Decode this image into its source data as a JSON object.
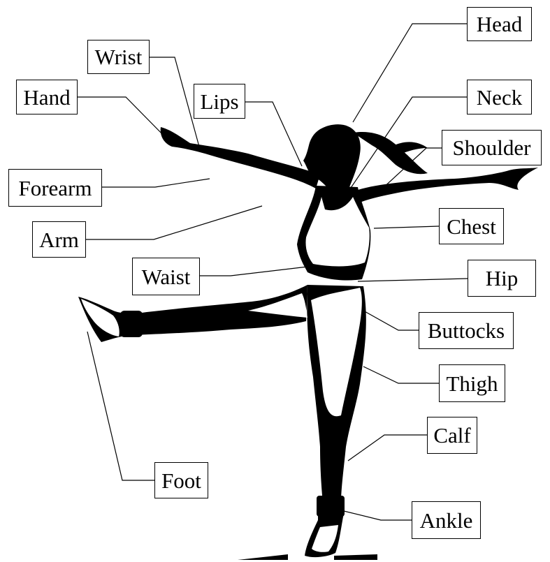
{
  "diagram": {
    "labels": {
      "head": "Head",
      "wrist": "Wrist",
      "hand": "Hand",
      "lips": "Lips",
      "neck": "Neck",
      "shoulder": "Shoulder",
      "forearm": "Forearm",
      "arm": "Arm",
      "chest": "Chest",
      "waist": "Waist",
      "hip": "Hip",
      "buttocks": "Buttocks",
      "thigh": "Thigh",
      "calf": "Calf",
      "foot": "Foot",
      "ankle": "Ankle"
    },
    "colors": {
      "ink": "#000000",
      "paper": "#ffffff"
    }
  }
}
